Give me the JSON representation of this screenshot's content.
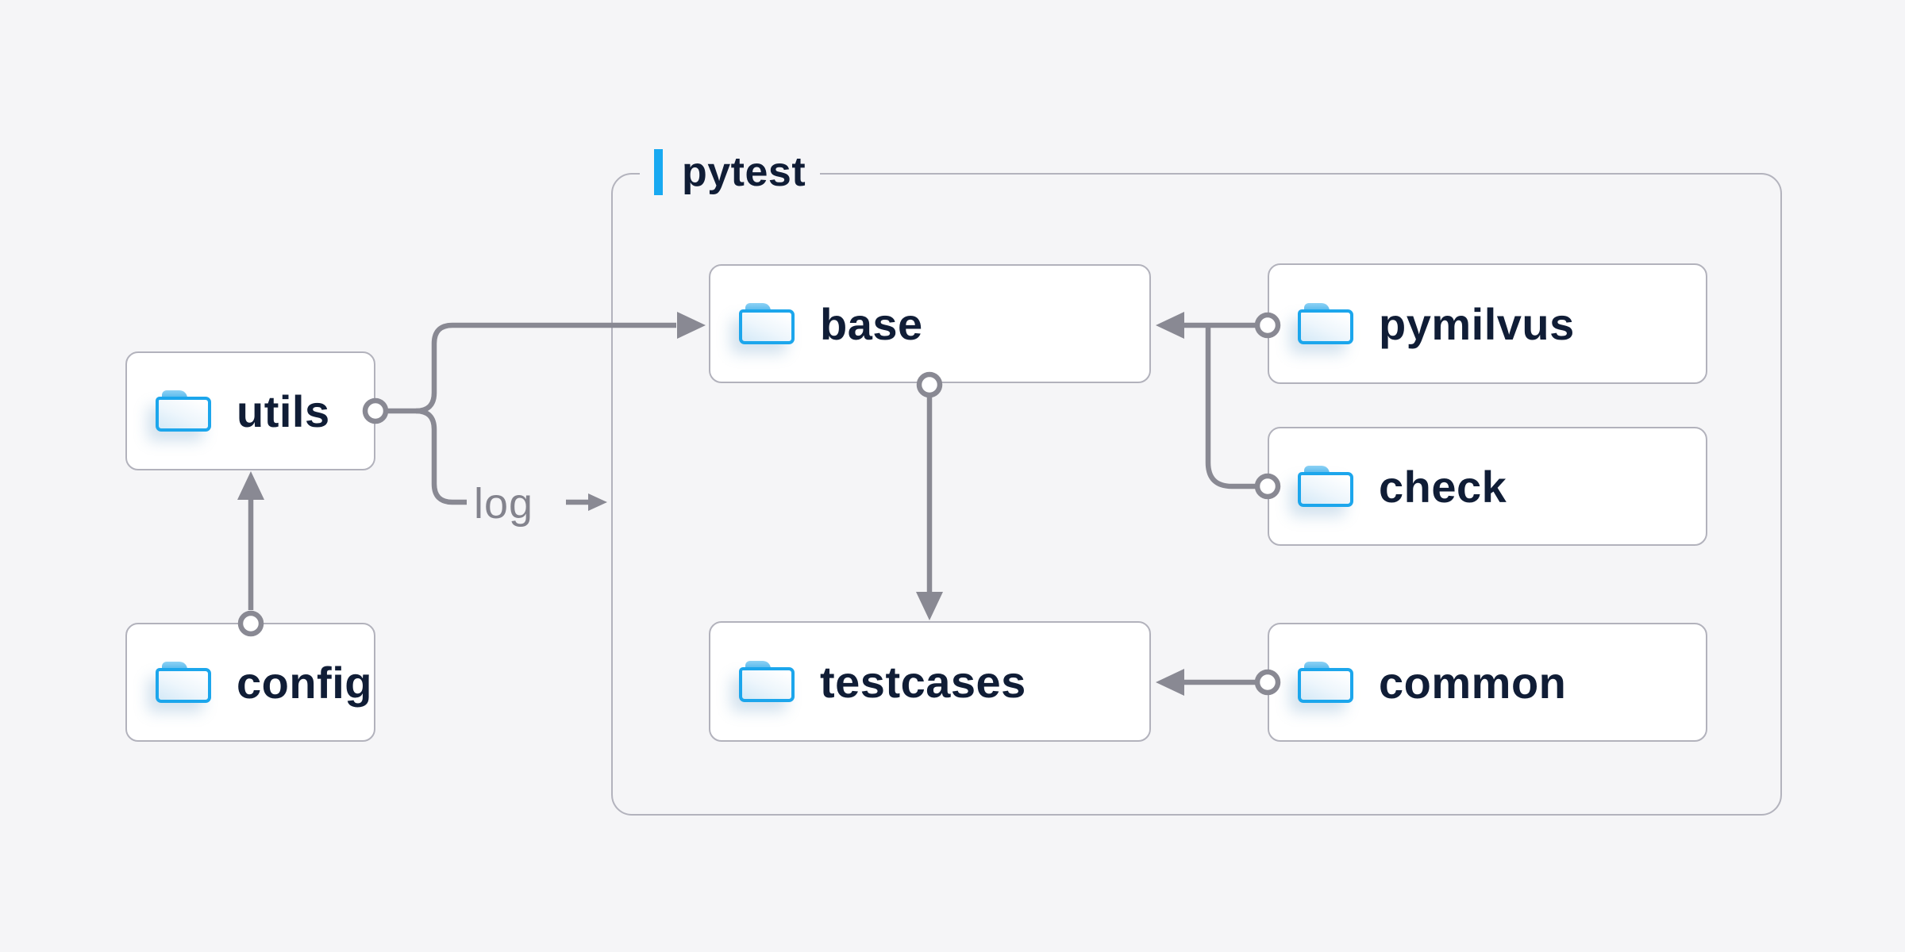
{
  "diagram": {
    "container": {
      "label": "pytest"
    },
    "nodes": [
      {
        "id": "utils",
        "label": "utils",
        "inside_container": false,
        "icon": "folder-icon"
      },
      {
        "id": "config",
        "label": "config",
        "inside_container": false,
        "icon": "folder-icon"
      },
      {
        "id": "base",
        "label": "base",
        "inside_container": true,
        "icon": "folder-icon"
      },
      {
        "id": "pymilvus",
        "label": "pymilvus",
        "inside_container": true,
        "icon": "folder-icon"
      },
      {
        "id": "check",
        "label": "check",
        "inside_container": true,
        "icon": "folder-icon"
      },
      {
        "id": "testcases",
        "label": "testcases",
        "inside_container": true,
        "icon": "folder-icon"
      },
      {
        "id": "common",
        "label": "common",
        "inside_container": true,
        "icon": "folder-icon"
      }
    ],
    "edges": [
      {
        "from": "config",
        "to": "utils",
        "label": ""
      },
      {
        "from": "utils",
        "to": "base",
        "label": ""
      },
      {
        "from": "utils",
        "to": "pytest",
        "label": "log"
      },
      {
        "from": "pymilvus",
        "to": "base",
        "label": ""
      },
      {
        "from": "check",
        "to": "base",
        "label": ""
      },
      {
        "from": "base",
        "to": "testcases",
        "label": ""
      },
      {
        "from": "common",
        "to": "testcases",
        "label": ""
      }
    ],
    "colors": {
      "background": "#f5f5f7",
      "node_fill": "#ffffff",
      "node_border": "#b2b2bc",
      "container_border": "#b3b3bd",
      "edge": "#898993",
      "text": "#101d36",
      "edge_label_text": "#83838d",
      "accent": "#18a9f1",
      "folder_blue": "#1ca6ec"
    }
  }
}
